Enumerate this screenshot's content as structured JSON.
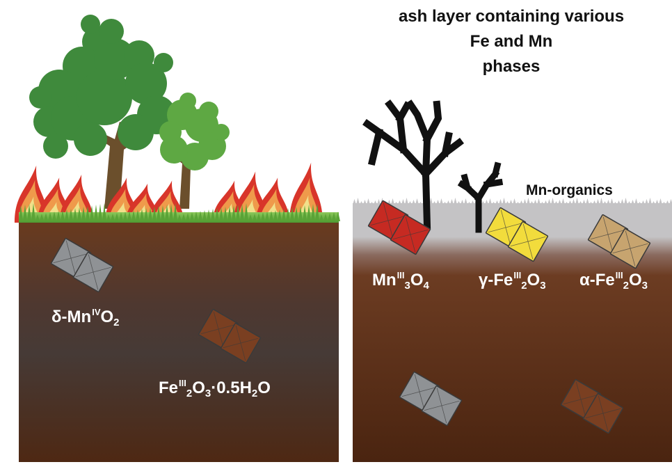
{
  "title": {
    "line1": "ash layer containing various",
    "line2": "Fe and Mn",
    "line3": "phases"
  },
  "labels": {
    "mn_organics": "Mn-organics",
    "delta_mno2": {
      "prefix": "δ-Mn",
      "ox": "IV",
      "rest": "O",
      "sub": "2"
    },
    "ferrihydrite": {
      "prefix": "Fe",
      "ox": "III",
      "sub1": "2",
      "mid": "O",
      "sub2": "3",
      "rest": "·0.5H",
      "sub3": "2",
      "end": "O"
    },
    "mn3o4": {
      "prefix": "Mn",
      "ox": "III",
      "sub1": "3",
      "mid": "O",
      "sub2": "4"
    },
    "gamma_fe2o3": {
      "prefix": "γ-Fe",
      "ox": "III",
      "sub1": "2",
      "mid": "O",
      "sub2": "3"
    },
    "alpha_fe2o3": {
      "prefix": "α-Fe",
      "ox": "III",
      "sub1": "2",
      "mid": "O",
      "sub2": "3"
    }
  },
  "colors": {
    "soil_top": "#6a3a1e",
    "soil_mid": "#4a3a33",
    "soil_bottom": "#4d2612",
    "ash": "#c4c3c5",
    "grass": "#6fb342",
    "tree_dark": "#3f8a3c",
    "tree_light": "#5ea843",
    "trunk": "#6b4f2c",
    "flame_outer": "#d8352a",
    "flame_mid": "#ef9a4b",
    "flame_inner": "#f1e08a",
    "mineral_gray": "#8f9295",
    "mineral_brown": "#7a3f21",
    "mineral_red": "#c62a22",
    "mineral_yellow": "#f2dc3c",
    "mineral_tan": "#c7a46f"
  }
}
